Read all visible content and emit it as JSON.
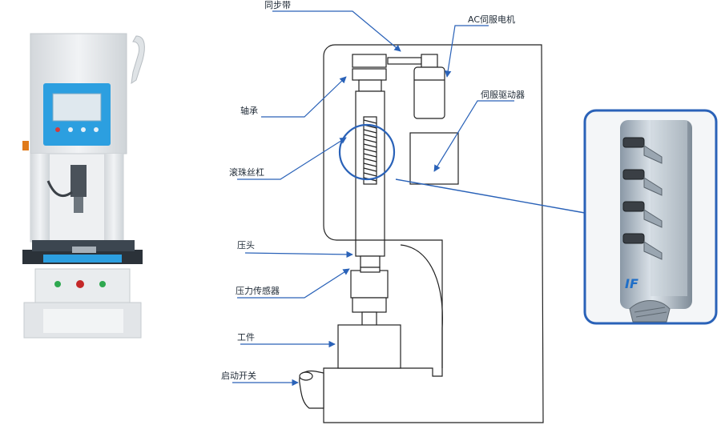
{
  "labels": {
    "sync_belt": "同步带",
    "ac_servo_motor": "AC伺服电机",
    "servo_driver": "伺服驱动器",
    "bearing": "轴承",
    "ball_screw": "滚珠丝杠",
    "press_head": "压头",
    "pressure_sensor": "压力传感器",
    "workpiece": "工件",
    "start_switch": "启动开关"
  },
  "detail": {
    "stamp": "IF"
  },
  "colors": {
    "callout_blue": "#2a62b8",
    "machine_body": "#e6e9ec",
    "screen_frame": "#2c9fe0",
    "table_dark": "#2b3239"
  }
}
